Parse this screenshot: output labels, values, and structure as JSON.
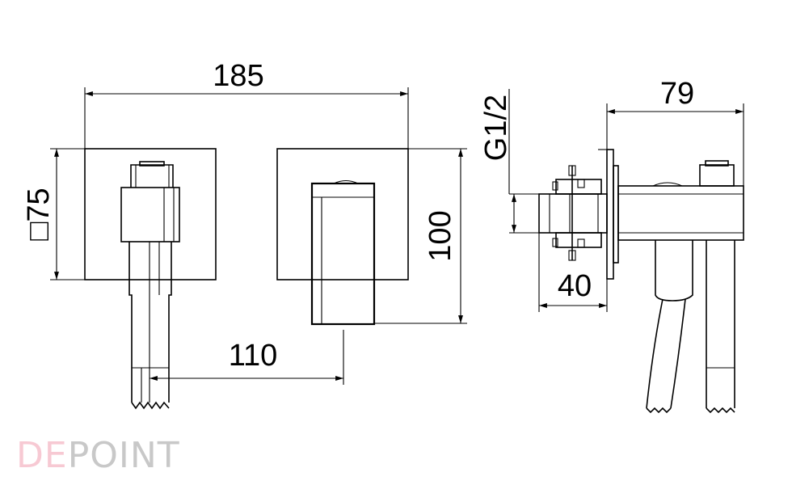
{
  "dimensions": {
    "width_total": "185",
    "plate_size": "□75",
    "height_total": "100",
    "spacing": "110",
    "thread": "G1/2",
    "depth_total": "79",
    "depth_body": "40"
  },
  "logo": {
    "part1": "DE",
    "part2": "POINT",
    "color1": "#f7c9d3",
    "color2": "#c8c8c8"
  }
}
